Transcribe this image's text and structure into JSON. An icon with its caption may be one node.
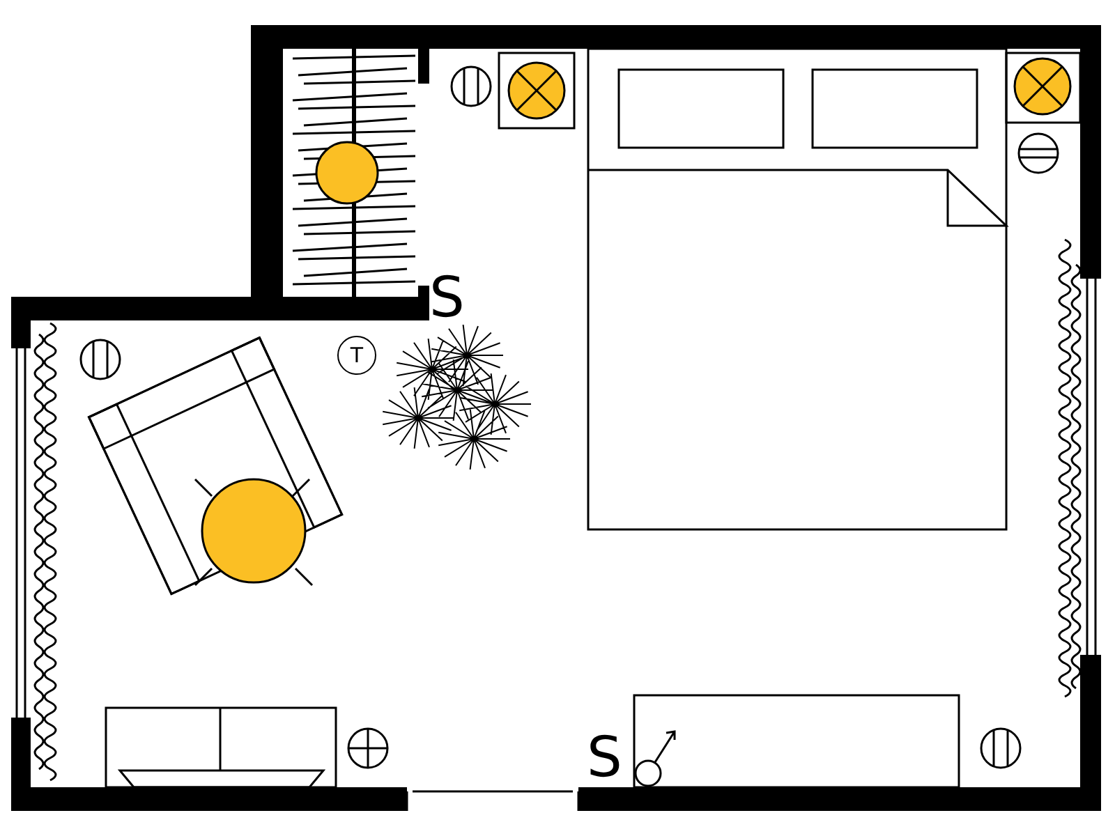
{
  "diagram": {
    "nodes": [
      {
        "text": [
          "T"
        ]
      }
    ],
    "labels": [
      "S",
      "S"
    ]
  }
}
